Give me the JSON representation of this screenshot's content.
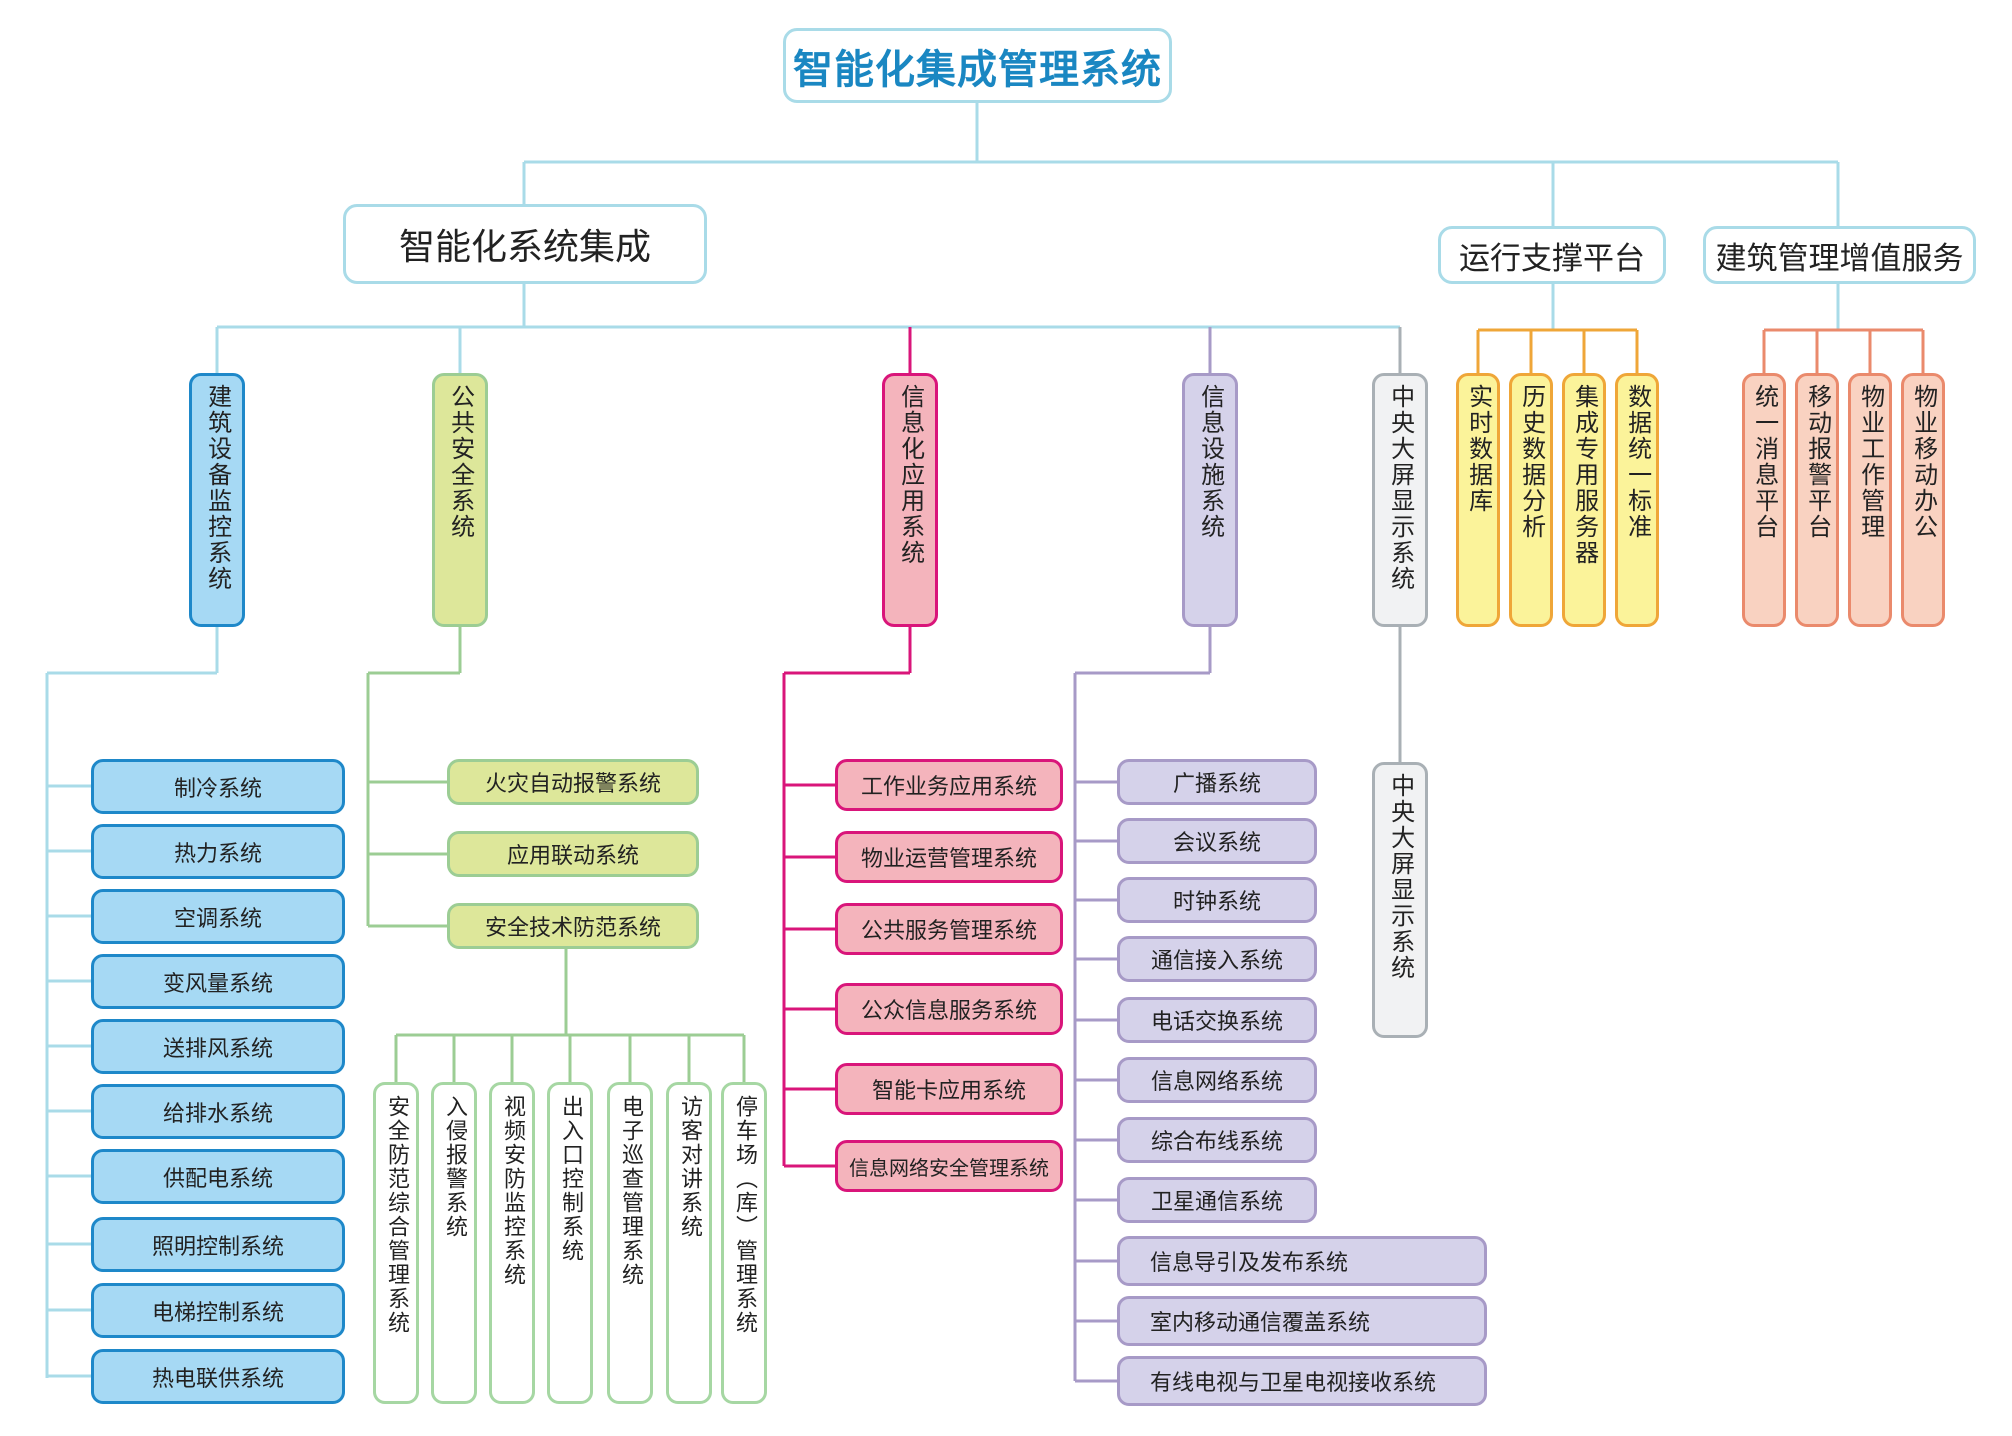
{
  "title": "智能化集成管理系统",
  "level1": {
    "integration": "智能化系统集成",
    "ops_platform": "运行支撑平台",
    "value_service": "建筑管理增值服务"
  },
  "integration_groups": {
    "building": {
      "label": "建筑设备监控系统",
      "items": [
        "制冷系统",
        "热力系统",
        "空调系统",
        "变风量系统",
        "送排风系统",
        "给排水系统",
        "供配电系统",
        "照明控制系统",
        "电梯控制系统",
        "热电联供系统"
      ]
    },
    "safety": {
      "label": "公共安全系统",
      "items": [
        "火灾自动报警系统",
        "应用联动系统",
        "安全技术防范系统"
      ],
      "security_sub": [
        "安全防范综合管理系统",
        "入侵报警系统",
        "视频安防监控系统",
        "出入口控制系统",
        "电子巡查管理系统",
        "访客对讲系统",
        "停车场︵库︶管理系统"
      ]
    },
    "info_app": {
      "label": "信息化应用系统",
      "items": [
        "工作业务应用系统",
        "物业运营管理系统",
        "公共服务管理系统",
        "公众信息服务系统",
        "智能卡应用系统",
        "信息网络安全管理系统"
      ]
    },
    "info_facility": {
      "label": "信息设施系统",
      "items": [
        "广播系统",
        "会议系统",
        "时钟系统",
        "通信接入系统",
        "电话交换系统",
        "信息网络系统",
        "综合布线系统",
        "卫星通信系统",
        "信息导引及发布系统",
        "室内移动通信覆盖系统",
        "有线电视与卫星电视接收系统"
      ]
    },
    "big_screen": {
      "label": "中央大屏显示系统",
      "items": [
        "中央大屏显示系统"
      ]
    }
  },
  "ops_items": [
    "实时数据库",
    "历史数据分析",
    "集成专用服务器",
    "数据统一标准"
  ],
  "service_items": [
    "统一消息平台",
    "移动报警平台",
    "物业工作管理",
    "物业移动办公"
  ],
  "colors": {
    "title": "#1a87c2",
    "connector_main": "#a9dbe8",
    "blue": "#1e88c9",
    "green": "#9ccd94",
    "pink": "#d9157a",
    "purple": "#a79ac7",
    "gray": "#a9b0b5",
    "yellow": "#efa638",
    "peach": "#ea8a6c"
  }
}
